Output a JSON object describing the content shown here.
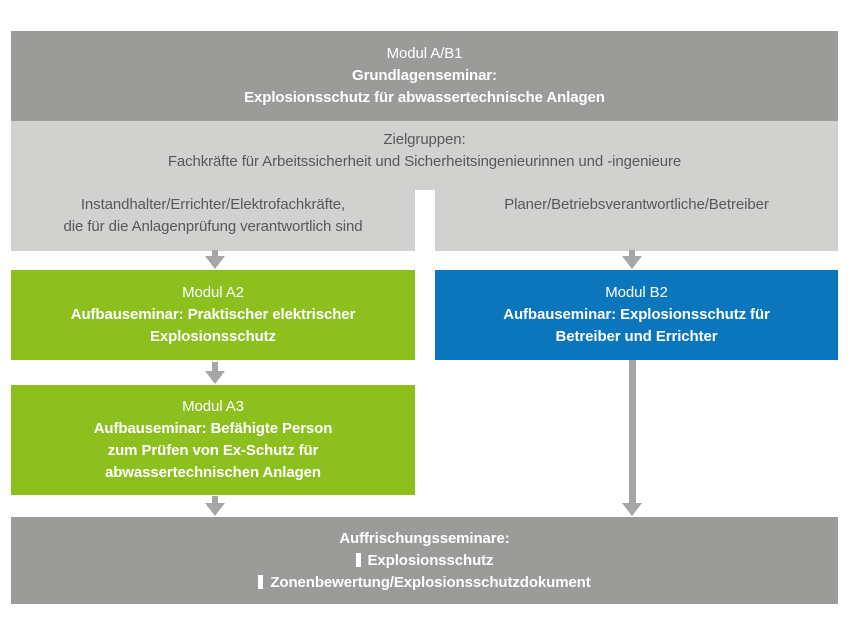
{
  "diagram": {
    "top_box": {
      "title": "Modul A/B1",
      "line1": "Grundlagenseminar:",
      "line2": "Explosionsschutz für abwassertechnische Anlagen"
    },
    "target_groups": {
      "heading": "Zielgruppen:",
      "common": "Fachkräfte für Arbeitssicherheit und Sicherheitsingenieurinnen und -ingenieure",
      "left_line1": "Instandhalter/Errichter/Elektrofachkräfte,",
      "left_line2": "die für die Anlagenprüfung verantwortlich sind",
      "right": "Planer/Betriebsverantwortliche/Betreiber"
    },
    "module_a2": {
      "title": "Modul A2",
      "line1": "Aufbauseminar: Praktischer elektrischer",
      "line2": "Explosionsschutz"
    },
    "module_b2": {
      "title": "Modul B2",
      "line1": "Aufbauseminar: Explosionsschutz für",
      "line2": "Betreiber und Errichter"
    },
    "module_a3": {
      "title": "Modul A3",
      "line1": "Aufbauseminar: Befähigte Person",
      "line2": "zum Prüfen von Ex-Schutz für",
      "line3": "abwassertechnischen Anlagen"
    },
    "refresher": {
      "heading": "Auffrischungsseminare:",
      "item1": "Explosionsschutz",
      "item2": "Zonenbewertung/Explosionsschutzdokument"
    },
    "colors": {
      "dark_gray": "#9b9b99",
      "light_gray": "#d1d1cf",
      "green": "#8dbf1f",
      "blue": "#0b76bc",
      "arrow_gray": "#a6a6a6",
      "text_dark": "#58585a",
      "text_light": "#ffffff"
    }
  }
}
